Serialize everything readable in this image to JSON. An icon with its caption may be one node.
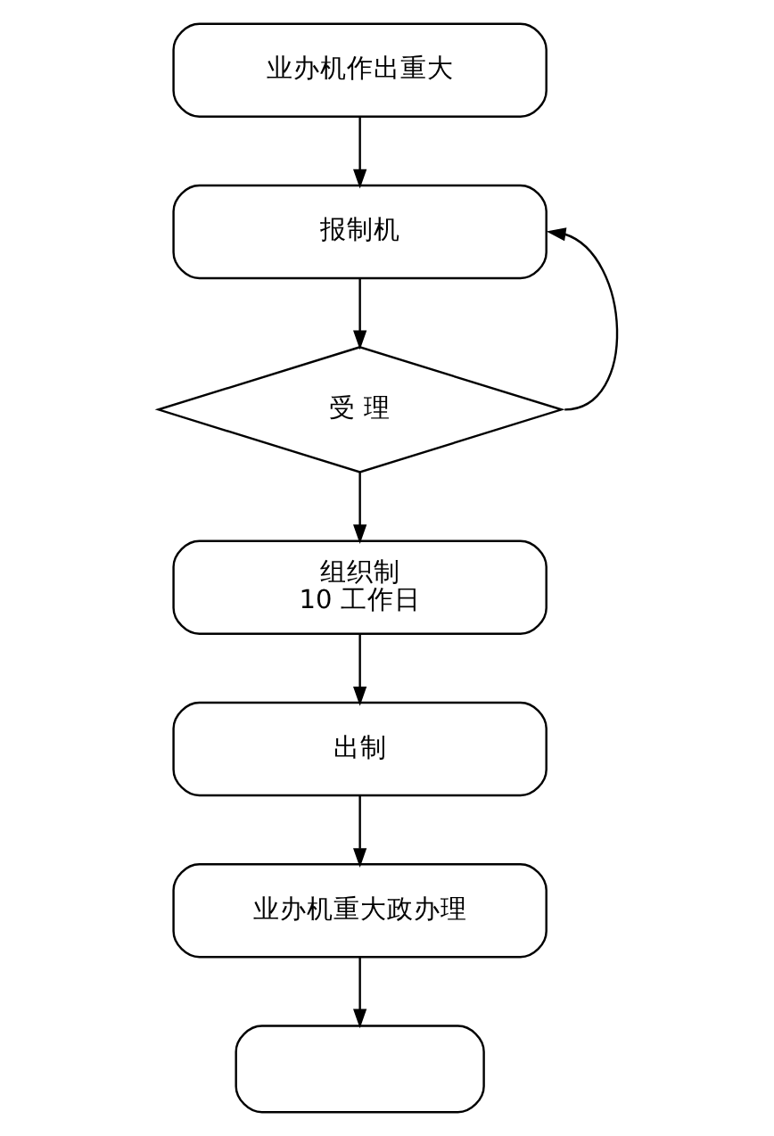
{
  "diagram": {
    "nodes": [
      {
        "text": [
          "业办机作出重大"
        ]
      },
      {
        "text": [
          "报制机"
        ]
      },
      {
        "text": [
          "受 理"
        ]
      },
      {
        "text": [
          "组织制",
          "10 工作日"
        ]
      },
      {
        "text": [
          "出制"
        ]
      },
      {
        "text": [
          "业办机重大政办理"
        ]
      },
      {
        "text": [],
        "shape": "box"
      }
    ],
    "edges": [
      {
        "from": 0,
        "to": 1,
        "arrow": "to"
      },
      {
        "from": 1,
        "to": 2,
        "arrow": "to"
      },
      {
        "from": 2,
        "to": 1,
        "arrow": "to"
      },
      {
        "from": 2,
        "to": 3,
        "arrow": "to"
      },
      {
        "from": 3,
        "to": 4,
        "arrow": "to"
      },
      {
        "from": 4,
        "to": 5,
        "arrow": "to"
      },
      {
        "from": 5,
        "to": 6,
        "arrow": "to"
      }
    ]
  }
}
